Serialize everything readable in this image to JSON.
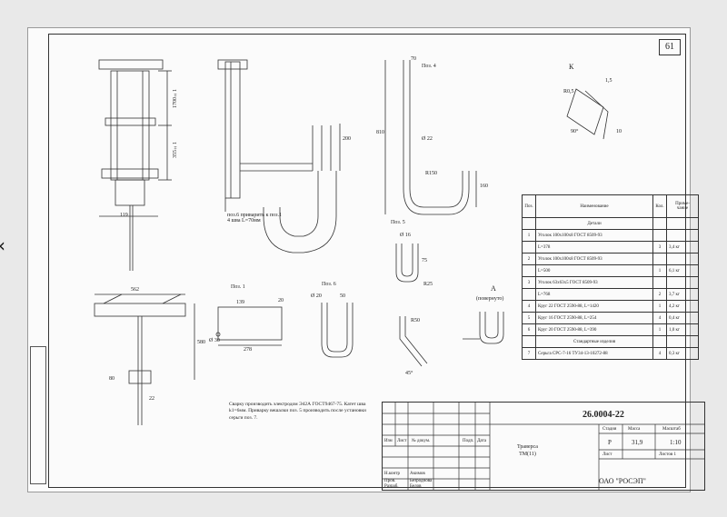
{
  "page_number": "61",
  "labels": {
    "pos4": "Поз. 4",
    "pos5": "Поз. 5",
    "pos6": "Поз. 6",
    "pos1": "Поз. 1",
    "view_a": "А",
    "view_a_rot": "(повернуто)",
    "k_label": "К",
    "weld_note": "поз.6 приварить к поз.1\n4 шва L=70мм",
    "dim_119": "119",
    "dim_562": "562",
    "dim_580": "580",
    "dim_810": "810",
    "dim_200": "200",
    "dim_139": "139",
    "dim_278": "278",
    "dim_d30": "Ø 30",
    "dim_d20": "Ø 20",
    "dim_d16": "Ø 16",
    "dim_d22": "Ø 22",
    "dim_50": "50",
    "dim_r25": "R25",
    "dim_r150": "R150",
    "dim_r50": "R50",
    "dim_45": "45°",
    "dim_1700": "1700±1",
    "dim_355": "355±1",
    "dim_r05": "R0,5",
    "dim_15": "1,5",
    "dim_10": "10",
    "dim_90": "90°",
    "dim_70": "70",
    "dim_160": "160",
    "dim_75": "75",
    "dim_20": "20",
    "dim_80": "80",
    "dim_22": "22"
  },
  "spec": {
    "headers": [
      "Поз.",
      "Наименование",
      "Кол.",
      "Приме-\nчание"
    ],
    "section_details": "Детали",
    "section_standard": "Стандартные изделия",
    "rows": [
      {
        "pos": "1",
        "name": "Уголок 100х100х8 ГОСТ 8509-93",
        "qty": "",
        "note": ""
      },
      {
        "pos": "",
        "name": "L=378",
        "qty": "3",
        "note": "3,4 кг"
      },
      {
        "pos": "2",
        "name": "Уголок 100х100х8 ГОСТ 8509-93",
        "qty": "",
        "note": ""
      },
      {
        "pos": "",
        "name": "L=500",
        "qty": "1",
        "note": "6,1 кг"
      },
      {
        "pos": "3",
        "name": "Уголок 63х63х5 ГОСТ 8509-93",
        "qty": "",
        "note": ""
      },
      {
        "pos": "",
        "name": "L=768",
        "qty": "2",
        "note": "3,7 кг"
      },
      {
        "pos": "4",
        "name": "Круг 22 ГОСТ 2590-88, L=1420",
        "qty": "1",
        "note": "4,2 кг"
      },
      {
        "pos": "5",
        "name": "Круг 16 ГОСТ 2590-88, L=254",
        "qty": "4",
        "note": "0,4 кг"
      },
      {
        "pos": "6",
        "name": "Круг 20 ГОСТ 2590-88, L=390",
        "qty": "1",
        "note": "1,0 кг"
      }
    ],
    "standard_rows": [
      {
        "pos": "7",
        "name": "Серьга СРС-7-16 ТУ34-13-10272-88",
        "qty": "4",
        "note": "0,3 кг"
      }
    ]
  },
  "note_text": "Сварку производить электродом Э42А ГОСТ9467-75. Катет шва k1=6мм. Приварку вешалки поз. 5 производить после установки серьги поз. 7.",
  "title_block": {
    "code": "26.0004-22",
    "title": "Траверса\nТМ(11)",
    "stage_label": "Стадия",
    "mass_label": "Масса",
    "scale_label": "Масштаб",
    "stage": "Р",
    "mass": "31,9",
    "scale": "1:10",
    "sheet_label": "Лист",
    "sheets_label": "Листов 1",
    "org": "ОАО \"РОСЭП\"",
    "col_izm": "Изм",
    "col_list": "Лист",
    "col_ndoc": "№ докум.",
    "col_sign": "Подп.",
    "col_date": "Дата",
    "r_kontr": "Н.контр",
    "r_prov": "Пров.",
    "r_razr": "Разраб.",
    "n1": "Акимов",
    "n2": "Безроднова",
    "n3": "Белов"
  },
  "colors": {
    "line": "#333333",
    "paper": "#fbfbfb",
    "bg": "#e9e9e9"
  }
}
